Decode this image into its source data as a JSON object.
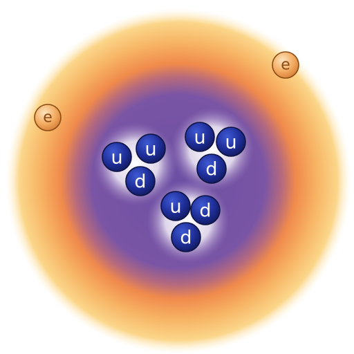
{
  "electrons": [
    {
      "label": "e"
    },
    {
      "label": "e"
    }
  ],
  "nucleons": [
    {
      "quarks": [
        {
          "label": "u"
        },
        {
          "label": "u"
        },
        {
          "label": "d"
        }
      ]
    },
    {
      "quarks": [
        {
          "label": "u"
        },
        {
          "label": "u"
        },
        {
          "label": "d"
        }
      ]
    },
    {
      "quarks": [
        {
          "label": "u"
        },
        {
          "label": "d"
        },
        {
          "label": "d"
        }
      ]
    }
  ],
  "colors": {
    "cloud_outer": "#fbe2a3",
    "cloud_mid": "#f4a056",
    "nucleus": "#7e55a6",
    "quark": "#1f2f8f",
    "electron": "#f2a35a"
  }
}
